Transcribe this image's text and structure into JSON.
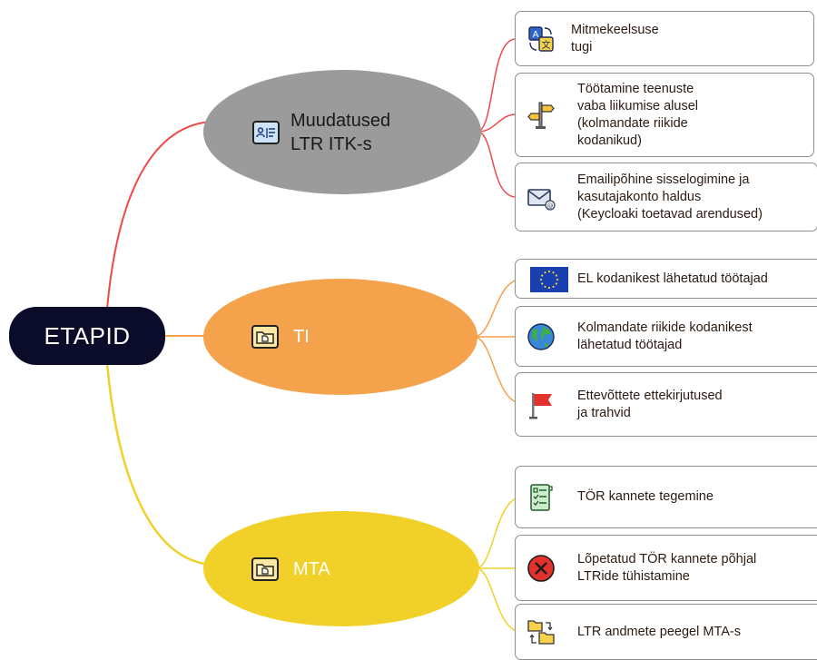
{
  "root": {
    "label": "ETAPID"
  },
  "branches": [
    {
      "label": "Muudatused\nLTR ITK-s",
      "icon": "id-card-icon",
      "color": "#9b9b9b",
      "leaves": [
        {
          "label": "Mitmekeelsuse\ntugi",
          "icon": "translate-icon"
        },
        {
          "label": "Töötamine teenuste\nvaba liikumise alusel\n(kolmandate riikide\nkodanikud)",
          "icon": "signpost-icon"
        },
        {
          "label": "Emailipõhine sisselogimine ja\nkasutajakonto haldus\n(Keycloaki toetavad arendused)",
          "icon": "email-icon"
        }
      ]
    },
    {
      "label": "TI",
      "icon": "folder-icon",
      "color": "#f4a24c",
      "leaves": [
        {
          "label": "EL kodanikest lähetatud töötajad",
          "icon": "eu-flag-icon"
        },
        {
          "label": "Kolmandate riikide kodanikest\nlähetatud töötajad",
          "icon": "globe-icon"
        },
        {
          "label": "Ettevõttete ettekirjutused\nja trahvid",
          "icon": "red-flag-icon"
        }
      ]
    },
    {
      "label": "MTA",
      "icon": "folder-icon",
      "color": "#f1d129",
      "leaves": [
        {
          "label": "TÖR kannete tegemine",
          "icon": "checklist-icon"
        },
        {
          "label": "Lõpetatud TÖR kannete põhjal\nLTRide tühistamine",
          "icon": "cancel-icon"
        },
        {
          "label": "LTR andmete peegel MTA-s",
          "icon": "folders-sync-icon"
        }
      ]
    }
  ]
}
